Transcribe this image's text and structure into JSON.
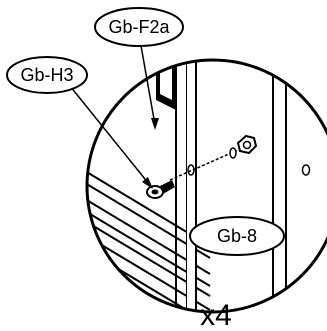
{
  "diagram": {
    "callouts": [
      {
        "id": "top",
        "label": "Gb-F2a"
      },
      {
        "id": "left",
        "label": "Gb-H3"
      },
      {
        "id": "bottom",
        "label": "Gb-8"
      }
    ],
    "quantity": "x4"
  }
}
